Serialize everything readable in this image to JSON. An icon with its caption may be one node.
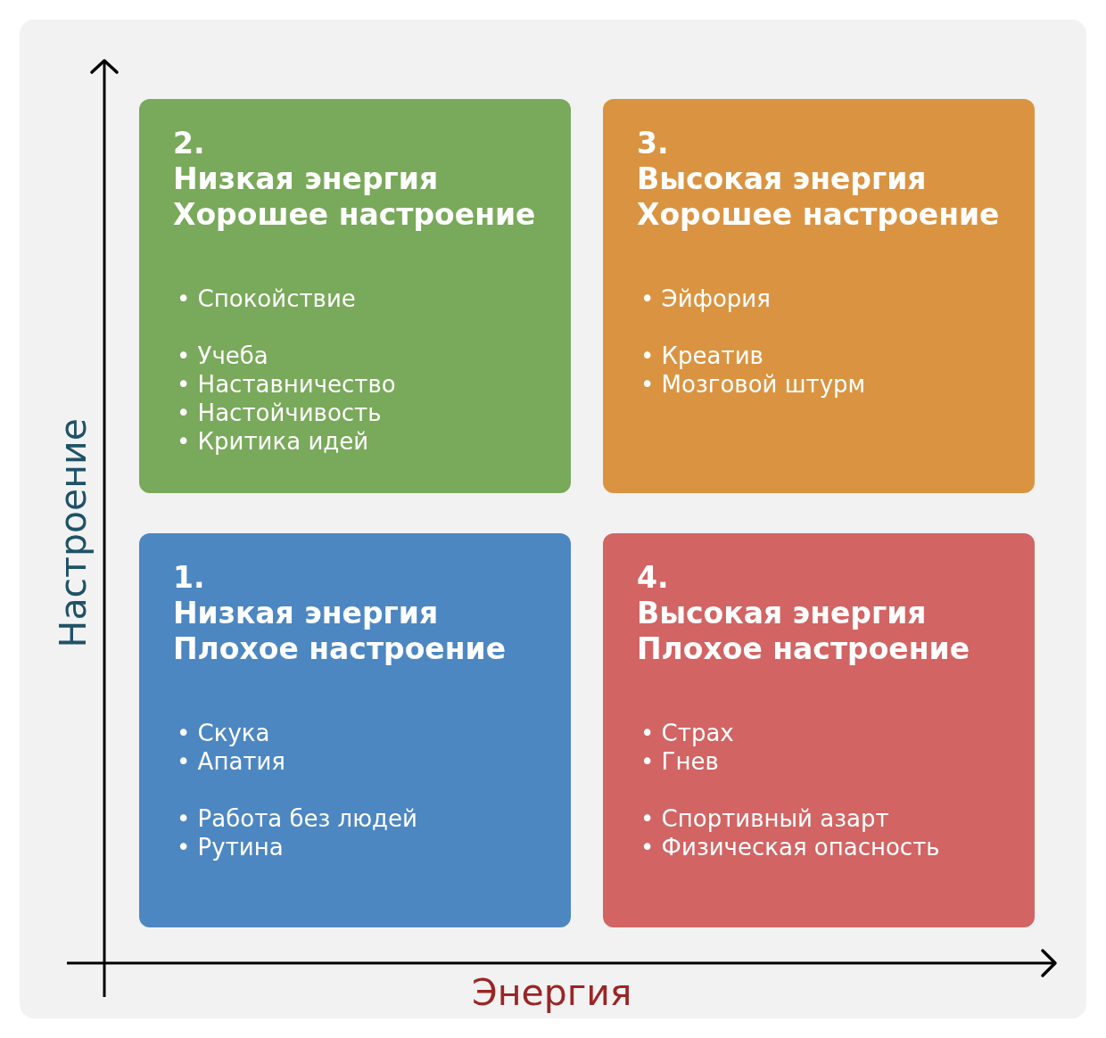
{
  "diagram": {
    "nodes": [
      {
        "text": [
          "2.",
          "Низкая энергия",
          "Хорошее настроение",
          "• Спокойствие",
          "• Учеба",
          "• Наставничество",
          "• Настойчивость",
          "• Критика идей"
        ]
      },
      {
        "text": [
          "3.",
          "Высокая энергия",
          "Хорошее настроение",
          "• Эйфория",
          "• Креатив",
          "• Мозговой штурм"
        ]
      },
      {
        "text": [
          "1.",
          "Низкая энергия",
          "Плохое настроение",
          "• Скука",
          "• Апатия",
          "• Работа без людей",
          "• Рутина"
        ]
      },
      {
        "text": [
          "4.",
          "Высокая энергия",
          "Плохое настроение",
          "• Страх",
          "• Гнев",
          "• Спортивный азарт",
          "• Физическая опасность"
        ]
      }
    ],
    "edges": [],
    "labels": [
      "Настроение",
      "Энергия"
    ]
  }
}
